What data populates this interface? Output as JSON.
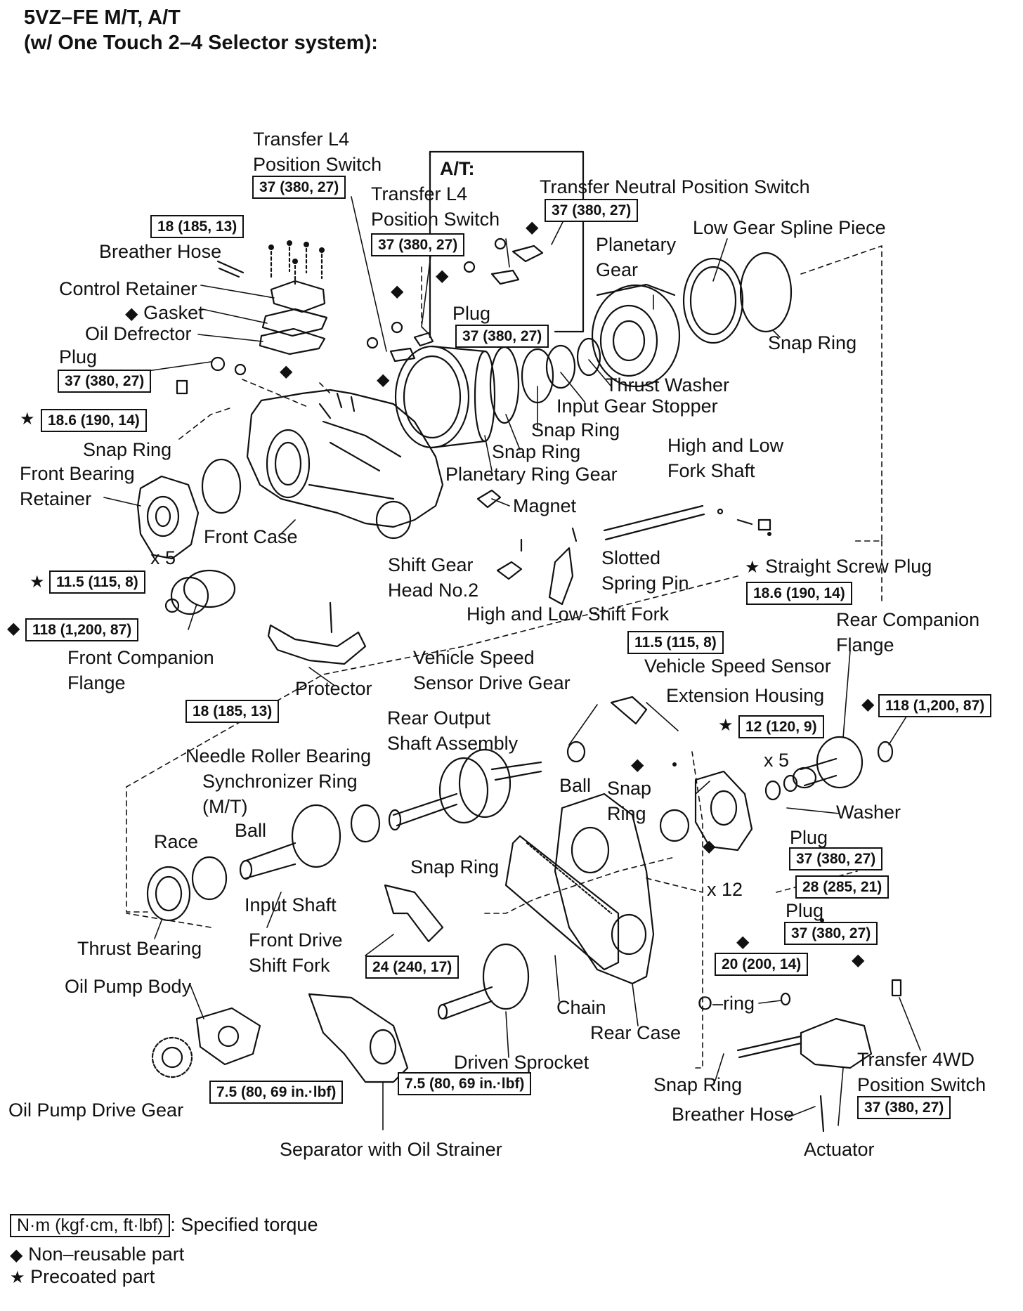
{
  "header": {
    "line1": "5VZ–FE M/T, A/T",
    "line2": "(w/ One Touch 2–4 Selector system):"
  },
  "inset": {
    "label": "A/T:"
  },
  "labels": {
    "transfer_l4_1": "Transfer L4",
    "position_switch_1": "Position Switch",
    "transfer_l4_2": "Transfer L4",
    "position_switch_2": "Position Switch",
    "transfer_neutral_switch": "Transfer Neutral Position Switch",
    "low_gear_spline_piece": "Low Gear Spline Piece",
    "planetary": "Planetary",
    "gear": "Gear",
    "breather_hose_1": "Breather Hose",
    "control_retainer": "Control Retainer",
    "gasket": "Gasket",
    "oil_defrector": "Oil Defrector",
    "plug_1": "Plug",
    "plug_2": "Plug",
    "snap_ring_1": "Snap Ring",
    "thrust_washer": "Thrust Washer",
    "input_gear_stopper": "Input Gear Stopper",
    "snap_ring_2": "Snap Ring",
    "snap_ring_3": "Snap Ring",
    "planetary_ring_gear": "Planetary Ring Gear",
    "snap_ring_4": "Snap Ring",
    "front_bearing": "Front Bearing",
    "retainer": "Retainer",
    "high_and_low": "High and Low",
    "fork_shaft": "Fork Shaft",
    "magnet": "Magnet",
    "front_case": "Front Case",
    "x5_1": "x 5",
    "slotted": "Slotted",
    "spring_pin": "Spring Pin",
    "shift_gear": "Shift Gear",
    "head_no2": "Head No.2",
    "straight_screw_plug": "Straight Screw Plug",
    "high_and_low_shift_fork": "High and Low Shift Fork",
    "front_companion": "Front Companion",
    "flange_1": "Flange",
    "vehicle_speed": "Vehicle Speed",
    "sensor_drive_gear": "Sensor Drive Gear",
    "rear_companion": "Rear Companion",
    "flange_2": "Flange",
    "vehicle_speed_sensor": "Vehicle Speed Sensor",
    "protector": "Protector",
    "rear_output": "Rear Output",
    "shaft_assembly": "Shaft Assembly",
    "extension_housing": "Extension Housing",
    "needle_roller_bearing": "Needle Roller Bearing",
    "synchronizer_ring": "Synchronizer Ring",
    "mt": "(M/T)",
    "ball_1": "Ball",
    "ball_2": "Ball",
    "snap_5": "Snap",
    "ring_5": "Ring",
    "x5_2": "x 5",
    "washer": "Washer",
    "race": "Race",
    "plug_3": "Plug",
    "snap_ring_6": "Snap Ring",
    "input_shaft": "Input Shaft",
    "x12": "x 12",
    "plug_4": "Plug",
    "thrust_bearing": "Thrust Bearing",
    "front_drive": "Front Drive",
    "shift_fork": "Shift Fork",
    "oil_pump_body": "Oil Pump Body",
    "chain": "Chain",
    "o_ring": "O–ring",
    "rear_case": "Rear Case",
    "transfer_4wd": "Transfer 4WD",
    "position_switch_3": "Position Switch",
    "driven_sprocket": "Driven Sprocket",
    "snap_ring_7": "Snap Ring",
    "oil_pump_drive_gear": "Oil Pump Drive Gear",
    "breather_hose_2": "Breather Hose",
    "separator": "Separator with Oil Strainer",
    "actuator": "Actuator"
  },
  "torques": {
    "t01": "37 (380, 27)",
    "t02": "37 (380, 27)",
    "t03": "37 (380, 27)",
    "t04": "18 (185, 13)",
    "t05": "37 (380, 27)",
    "t06": "37 (380, 27)",
    "t07": "18.6 (190, 14)",
    "t08": "11.5 (115, 8)",
    "t09": "18.6 (190, 14)",
    "t10": "118 (1,200, 87)",
    "t11": "11.5 (115, 8)",
    "t12": "18 (185, 13)",
    "t13": "118 (1,200, 87)",
    "t14": "12 (120, 9)",
    "t15": "37 (380, 27)",
    "t16": "28 (285, 21)",
    "t17": "37 (380, 27)",
    "t18": "24 (240, 17)",
    "t19": "20 (200, 14)",
    "t20": "7.5 (80, 69 in.·lbf)",
    "t21": "7.5 (80, 69 in.·lbf)",
    "t22": "37 (380, 27)"
  },
  "legend": {
    "torque_box": "N·m (kgf·cm, ft·lbf)",
    "torque_text": ": Specified torque",
    "non_reusable": "Non–reusable part",
    "precoated": "Precoated part"
  }
}
